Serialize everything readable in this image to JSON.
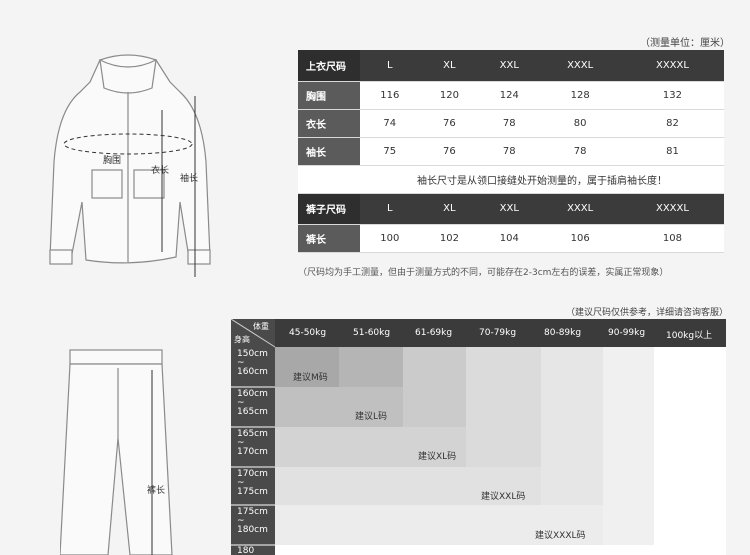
{
  "unit_note": "（测量单位：厘米）",
  "top_table": {
    "header": [
      "上衣尺码",
      "L",
      "XL",
      "XXL",
      "XXXL",
      "XXXXL"
    ],
    "rows": [
      {
        "label": "胸围",
        "values": [
          "116",
          "120",
          "124",
          "128",
          "132"
        ]
      },
      {
        "label": "衣长",
        "values": [
          "74",
          "76",
          "78",
          "80",
          "82"
        ]
      },
      {
        "label": "袖长",
        "values": [
          "75",
          "76",
          "78",
          "78",
          "81"
        ]
      }
    ],
    "sleeve_note": "袖长尺寸是从领口接缝处开始测量的，属于插肩袖长度！"
  },
  "pants_table": {
    "header": [
      "裤子尺码",
      "L",
      "XL",
      "XXL",
      "XXXL",
      "XXXXL"
    ],
    "rows": [
      {
        "label": "裤长",
        "values": [
          "100",
          "102",
          "104",
          "106",
          "108"
        ]
      }
    ]
  },
  "footnote": "（尺码均为手工测量，但由于测量方式的不同，可能存在2-3cm左右的误差，实属正常现象）",
  "rec_note": "（建议尺码仅供参考，详细请咨询客服）",
  "rec_table": {
    "corner_weight": "体重",
    "corner_height": "身高",
    "weights": [
      "45-50kg",
      "51-60kg",
      "61-69kg",
      "70-79kg",
      "80-89kg",
      "90-99kg",
      "100kg以上"
    ],
    "heights": [
      {
        "from": "150cm",
        "sep": "~",
        "to": "160cm"
      },
      {
        "from": "160cm",
        "sep": "~",
        "to": "165cm"
      },
      {
        "from": "165cm",
        "sep": "~",
        "to": "170cm"
      },
      {
        "from": "170cm",
        "sep": "~",
        "to": "175cm"
      },
      {
        "from": "175cm",
        "sep": "~",
        "to": "180cm"
      },
      {
        "from": "180",
        "sep": "",
        "to": ""
      }
    ],
    "recommendations": [
      "建议M码",
      "建议L码",
      "建议XL码",
      "建议XXL码",
      "建议XXXL码"
    ]
  },
  "jacket_labels": {
    "chest": "胸围",
    "length": "衣长",
    "sleeve": "袖长"
  },
  "pants_label": "裤长"
}
